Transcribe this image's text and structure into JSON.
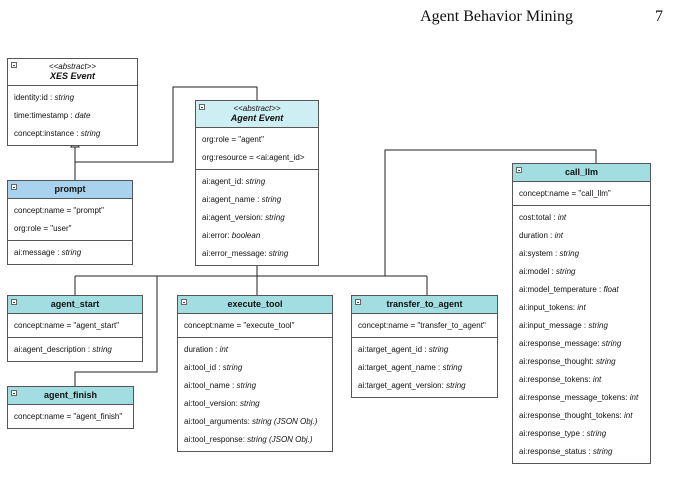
{
  "page": {
    "title": "Agent Behavior Mining",
    "number": "7"
  },
  "classes": {
    "xes_event": {
      "stereotype": "<<abstract>>",
      "name": "XES Event",
      "sections": [
        [
          {
            "name": "identity:id : ",
            "type": "string"
          },
          {
            "name": "time:timestamp : ",
            "type": "date"
          },
          {
            "name": "concept:instance : ",
            "type": "string"
          }
        ]
      ]
    },
    "agent_event": {
      "stereotype": "<<abstract>>",
      "name": "Agent Event",
      "sections": [
        [
          {
            "name": "org:role = \"agent\"",
            "type": ""
          },
          {
            "name": "org:resource = <ai:agent_id>",
            "type": ""
          }
        ],
        [
          {
            "name": "ai:agent_id: ",
            "type": "string"
          },
          {
            "name": "ai:agent_name : ",
            "type": "string"
          },
          {
            "name": "ai:agent_version: ",
            "type": "string"
          },
          {
            "name": "ai:error: ",
            "type": "boolean"
          },
          {
            "name": "ai:error_message: ",
            "type": "string"
          }
        ]
      ]
    },
    "prompt": {
      "name": "prompt",
      "sections": [
        [
          {
            "name": "concept:name = \"prompt\"",
            "type": ""
          },
          {
            "name": "org:role = \"user\"",
            "type": ""
          }
        ],
        [
          {
            "name": "ai:message : ",
            "type": "string"
          }
        ]
      ]
    },
    "agent_start": {
      "name": "agent_start",
      "sections": [
        [
          {
            "name": "concept:name = \"agent_start\"",
            "type": ""
          }
        ],
        [
          {
            "name": "ai:agent_description : ",
            "type": "string"
          }
        ]
      ]
    },
    "agent_finish": {
      "name": "agent_finish",
      "sections": [
        [
          {
            "name": "concept:name = \"agent_finish\"",
            "type": ""
          }
        ]
      ]
    },
    "execute_tool": {
      "name": "execute_tool",
      "sections": [
        [
          {
            "name": "concept:name = \"execute_tool\"",
            "type": ""
          }
        ],
        [
          {
            "name": "duration : ",
            "type": "int"
          },
          {
            "name": "ai:tool_id : ",
            "type": "string"
          },
          {
            "name": "ai:tool_name : ",
            "type": "string"
          },
          {
            "name": "ai:tool_version: ",
            "type": "string"
          },
          {
            "name": "ai:tool_arguments: ",
            "type": "string (JSON Obj.)"
          },
          {
            "name": "ai:tool_response: ",
            "type": "string (JSON Obj.)"
          }
        ]
      ]
    },
    "transfer_to_agent": {
      "name": "transfer_to_agent",
      "sections": [
        [
          {
            "name": "concept:name = \"transfer_to_agent\"",
            "type": ""
          }
        ],
        [
          {
            "name": "ai:target_agent_id : ",
            "type": "string"
          },
          {
            "name": "ai:target_agent_name : ",
            "type": "string"
          },
          {
            "name": "ai:target_agent_version: ",
            "type": "string"
          }
        ]
      ]
    },
    "call_llm": {
      "name": "call_llm",
      "sections": [
        [
          {
            "name": "concept:name = \"call_llm\"",
            "type": ""
          }
        ],
        [
          {
            "name": "cost:total : ",
            "type": "int"
          },
          {
            "name": "duration : ",
            "type": "int"
          },
          {
            "name": "ai:system : ",
            "type": "string"
          },
          {
            "name": "ai:model : ",
            "type": "string"
          },
          {
            "name": "ai:model_temperature : ",
            "type": "float"
          },
          {
            "name": "ai:input_tokens: ",
            "type": "int"
          },
          {
            "name": "ai:input_message : ",
            "type": "string"
          },
          {
            "name": "ai:response_message: ",
            "type": "string"
          },
          {
            "name": "ai:response_thought: ",
            "type": "string"
          },
          {
            "name": "ai:response_tokens: ",
            "type": "int"
          },
          {
            "name": "ai:response_message_tokens: ",
            "type": "int"
          },
          {
            "name": "ai:response_thought_tokens: ",
            "type": "int"
          },
          {
            "name": "ai:response_type : ",
            "type": "string"
          },
          {
            "name": "ai:response_status : ",
            "type": "string"
          }
        ]
      ]
    }
  },
  "colors": {
    "header_blue": "#a9d2ee",
    "header_teal": "#a2dde2",
    "header_light_teal": "#cdeef2",
    "line": "#222222"
  }
}
